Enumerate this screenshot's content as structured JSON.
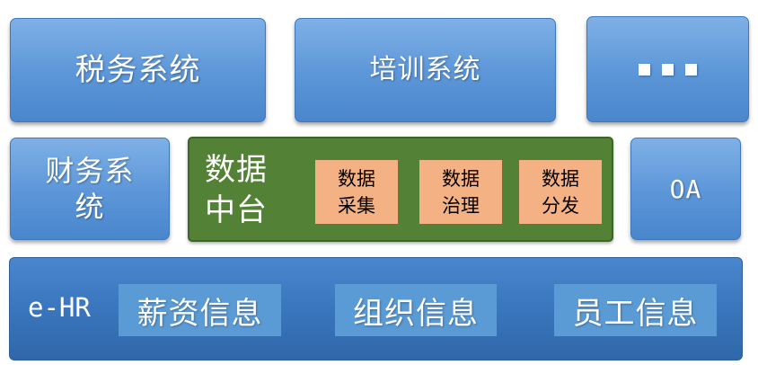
{
  "top_row": {
    "tax": "税务系统",
    "training": "培训系统",
    "more_icon": "ellipsis-icon"
  },
  "middle_row": {
    "finance": "财务系统",
    "data_middle": {
      "title": "数据中台",
      "modules": [
        "数据采集",
        "数据治理",
        "数据分发"
      ]
    },
    "oa": "OA"
  },
  "bottom_row": {
    "label": "e-HR",
    "modules": [
      "薪资信息",
      "组织信息",
      "员工信息"
    ]
  },
  "colors": {
    "system_box": "#5b96d8",
    "data_middle_bg": "#538135",
    "data_module_bg": "#f4b183",
    "ehr_bg": "#3a76bd",
    "ehr_module_bg": "#5b9bd5"
  }
}
